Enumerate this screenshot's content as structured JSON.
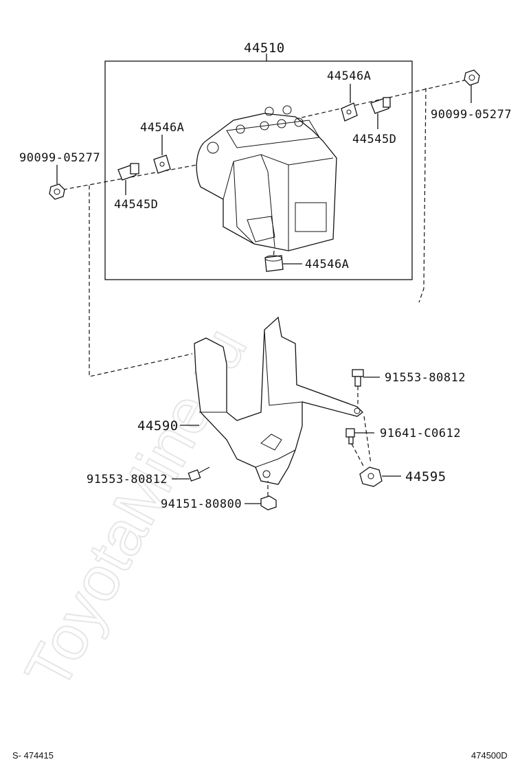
{
  "watermark": "ToyotaMine.ru",
  "labels": {
    "assembly": "44510",
    "plug_top": "44546A",
    "plug_left": "44546A",
    "plug_bottom": "44546A",
    "union_right": "44545D",
    "union_left": "44545D",
    "nut_right": "90099-05277",
    "nut_left": "90099-05277",
    "bracket": "44590",
    "bolt_right_top": "91553-80812",
    "bolt_right_mid": "91641-C0612",
    "clamp": "44595",
    "bolt_left": "91553-80812",
    "nut_bottom": "94151-80800"
  },
  "footer": {
    "left": "S-  474415",
    "right": "474500D"
  }
}
